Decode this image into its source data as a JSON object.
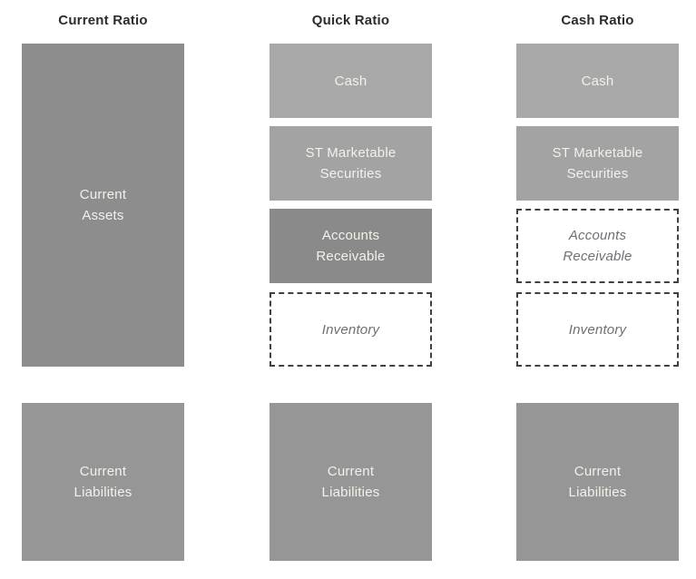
{
  "page": {
    "background": "#ffffff"
  },
  "colors": {
    "title_text": "#2c2c2c",
    "box_text": "#f4f1ea",
    "dashed_text": "#6d7076",
    "dashed_border": "#414141",
    "fill_current_assets": "#8d8d8d",
    "fill_cash": "#a9a9a9",
    "fill_st_marketable_securities": "#a3a3a3",
    "fill_accounts_receivable": "#8a8a8a",
    "fill_current_liabilities": "#969696"
  },
  "columns": [
    {
      "title": "Current Ratio",
      "boxes": [
        {
          "label": "Current\nAssets",
          "fill": "#8d8d8d",
          "style": "filled"
        },
        {
          "label": "Current\nLiabilities",
          "fill": "#969696",
          "style": "filled"
        }
      ]
    },
    {
      "title": "Quick Ratio",
      "boxes": [
        {
          "label": "Cash",
          "fill": "#a9a9a9",
          "style": "filled"
        },
        {
          "label": "ST Marketable\nSecurities",
          "fill": "#a3a3a3",
          "style": "filled"
        },
        {
          "label": "Accounts\nReceivable",
          "fill": "#8a8a8a",
          "style": "filled"
        },
        {
          "label": "Inventory",
          "fill": "#ffffff",
          "style": "dashed-excluded"
        },
        {
          "label": "Current\nLiabilities",
          "fill": "#969696",
          "style": "filled"
        }
      ]
    },
    {
      "title": "Cash Ratio",
      "boxes": [
        {
          "label": "Cash",
          "fill": "#a9a9a9",
          "style": "filled"
        },
        {
          "label": "ST Marketable\nSecurities",
          "fill": "#a3a3a3",
          "style": "filled"
        },
        {
          "label": "Accounts\nReceivable",
          "fill": "#ffffff",
          "style": "dashed-excluded"
        },
        {
          "label": "Inventory",
          "fill": "#ffffff",
          "style": "dashed-excluded"
        },
        {
          "label": "Current\nLiabilities",
          "fill": "#969696",
          "style": "filled"
        }
      ]
    }
  ]
}
